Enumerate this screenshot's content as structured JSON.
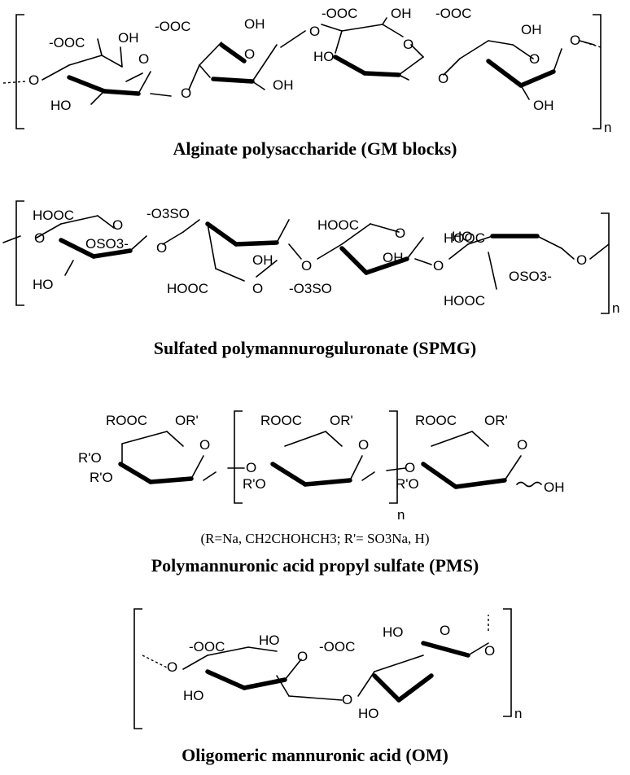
{
  "structures": [
    {
      "caption": "Alginate polysaccharide (GM blocks)",
      "repeat": "n",
      "labels": [
        "-OOC",
        "OH",
        "-OOC",
        "OH",
        "-OOC",
        "OH",
        "-OOC",
        "OH",
        "HO",
        "OH",
        "HO",
        "OH",
        "O",
        "O",
        "O",
        "O",
        "O",
        "O",
        "O",
        "O",
        "O"
      ]
    },
    {
      "caption": "Sulfated polymannuroguluronate (SPMG)",
      "repeat": "n",
      "labels": [
        "HOOC",
        "O",
        "-O3SO",
        "HOOC",
        "HO",
        "OSO3-",
        "O",
        "OSO3-",
        "O",
        "HO",
        "HOOC",
        "OH",
        "HOOC",
        "-O3SO",
        "OH",
        "HOOC",
        "O",
        "O",
        "O",
        "O",
        "O"
      ]
    },
    {
      "caption": "Polymannuronic acid propyl sulfate (PMS)",
      "subtitle": "(R=Na, CH2CHOHCH3; R'= SO3Na, H)",
      "repeat": "n",
      "labels": [
        "ROOC",
        "OR'",
        "ROOC",
        "OR'",
        "ROOC",
        "OR'",
        "R'O",
        "R'O",
        "R'O",
        "R'O",
        "O",
        "O",
        "O",
        "O",
        "O",
        "OH"
      ]
    },
    {
      "caption": "Oligomeric mannuronic acid (OM)",
      "repeat": "n",
      "labels": [
        "-OOC",
        "HO",
        "-OOC",
        "HO",
        "HO",
        "HO",
        "O",
        "O",
        "O",
        "O",
        "O"
      ]
    }
  ]
}
